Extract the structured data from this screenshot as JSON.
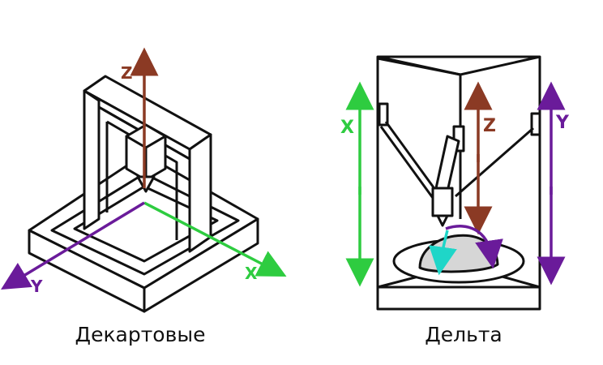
{
  "colors": {
    "z_axis": "#8b3a24",
    "x_axis": "#2ecc40",
    "y_axis": "#6a1b9a",
    "cyan": "#1fd6c8",
    "outline": "#111111",
    "fill": "#ffffff",
    "dome": "#d6d6d6"
  },
  "cartesian": {
    "caption": "Декартовые",
    "z_label": "Z",
    "x_label": "X",
    "y_label": "Y"
  },
  "delta": {
    "caption": "Дельта",
    "x_label": "X",
    "z_label": "Z",
    "y_label": "Y"
  }
}
